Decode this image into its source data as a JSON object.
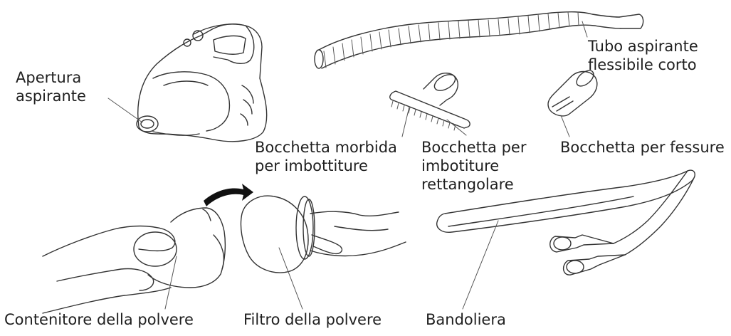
{
  "labels": {
    "opening": [
      "Apertura",
      "aspirante"
    ],
    "hose": [
      "Tubo aspirante",
      "flessibile corto"
    ],
    "soft_nozzle": [
      "Bocchetta morbida",
      "per imbottiture"
    ],
    "rect_nozzle": [
      "Bocchetta per",
      "imbotiture",
      "rettangolare"
    ],
    "crevice_nozzle": [
      "Bocchetta per fessure"
    ],
    "dust_container": [
      "Contenitore della polvere"
    ],
    "dust_filter": [
      "Filtro della polvere"
    ],
    "strap": [
      "Bandoliera"
    ]
  },
  "colors": {
    "ink": "#1f1f1f",
    "arrow": "#111111",
    "background": "#ffffff"
  },
  "icons": [
    "vacuum-icon",
    "hose-icon",
    "upholstery-brush-icon",
    "crevice-tool-icon",
    "dust-container-icon",
    "dust-filter-icon",
    "shoulder-strap-icon",
    "arrow-icon"
  ]
}
